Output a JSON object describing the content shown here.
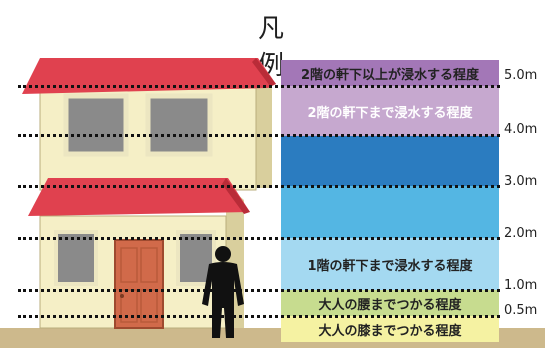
{
  "title": "凡　例",
  "legend": [
    {
      "label": "2階の軒下以上が浸水する程度",
      "color": "#a377b7",
      "textColor": "#222222"
    },
    {
      "label": "2階の軒下まで浸水する程度",
      "color": "#c6a8cf",
      "textColor": "#ffffff"
    },
    {
      "label": "",
      "color": "#2b7cc0",
      "textColor": "#ffffff"
    },
    {
      "label": "",
      "color": "#54b6e3",
      "textColor": "#ffffff"
    },
    {
      "label": "1階の軒下まで浸水する程度",
      "color": "#a4d9f1",
      "textColor": "#222222"
    },
    {
      "label": "大人の腰までつかる程度",
      "color": "#c7dc8f",
      "textColor": "#222222"
    },
    {
      "label": "大人の膝までつかる程度",
      "color": "#f5f2a2",
      "textColor": "#222222"
    }
  ],
  "levels": [
    "5.0m",
    "4.0m",
    "3.0m",
    "2.0m",
    "1.0m",
    "0.5m"
  ],
  "colors": {
    "roof": "#e0414f",
    "wall": "#f5efc6",
    "wallShade": "#d9cf9d",
    "window": "#8a8a8a",
    "door": "#d16a4a",
    "ground": "#cdb98c",
    "person": "#111111"
  }
}
